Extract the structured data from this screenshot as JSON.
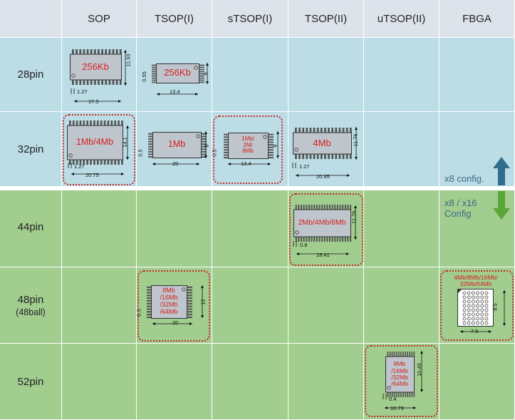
{
  "columns": [
    "SOP",
    "TSOP(I)",
    "sTSOP(I)",
    "TSOP(II)",
    "uTSOP(II)",
    "FBGA"
  ],
  "rows": [
    {
      "label": "28pin",
      "sub": ""
    },
    {
      "label": "32pin",
      "sub": ""
    },
    {
      "label": "44pin",
      "sub": ""
    },
    {
      "label": "48pin",
      "sub": "(48ball)"
    },
    {
      "label": "52pin",
      "sub": ""
    }
  ],
  "packages": {
    "sop28": {
      "label": "256Kb",
      "height": "11.93",
      "pitch": "1.27",
      "width": "17.5"
    },
    "tsop1_28": {
      "label": "256Kb",
      "side": "0.55",
      "height": "8",
      "width": "13.4"
    },
    "sop32": {
      "label": "1Mb/4Mb",
      "height": "14.1",
      "pitch": "1.27",
      "width": "20.75"
    },
    "tsop1_32": {
      "label": "1Mb",
      "side": "0.5",
      "height": "8",
      "width": "20"
    },
    "stsop1_32": {
      "label": "1Mb/\n2M/\n8Mb",
      "side": "0.5",
      "height": "8",
      "width": "13.4"
    },
    "tsop2_32": {
      "label": "4Mb",
      "height": "11.76",
      "pitch": "1.27",
      "width": "20.95"
    },
    "tsop2_44": {
      "label": "2Mb/4Mb/8Mb",
      "height": "11.76",
      "pitch": "0.8",
      "width": "18.41"
    },
    "tsop1_48": {
      "label": "8Mb\n/16Mb\n/32Mb\n/64Mb",
      "side": "0.5",
      "height": "12",
      "width": "20"
    },
    "fbga_48": {
      "label": "4Mb/8Mb/16Mb/\n32Mb/64Mb",
      "height": "8.5",
      "width": "7.5"
    },
    "utsop2_52": {
      "label": "8Mb\n/16Mb\n/32Mb\n/64Mb",
      "height": "10.49",
      "pitch": "0.4",
      "width": "10.79"
    }
  },
  "config": {
    "x8": "x8 config.",
    "x8x16_line1": "x8 / x16",
    "x8x16_line2": "Config"
  },
  "colors": {
    "header": "#dde3ea",
    "blue": "#bcdde5",
    "green": "#a1cd8f",
    "chip": "#bfc5cc",
    "label": "#d42020",
    "highlight": "#c62a2a",
    "arrow_up": "#2f6d8e",
    "arrow_down": "#5aa637"
  }
}
